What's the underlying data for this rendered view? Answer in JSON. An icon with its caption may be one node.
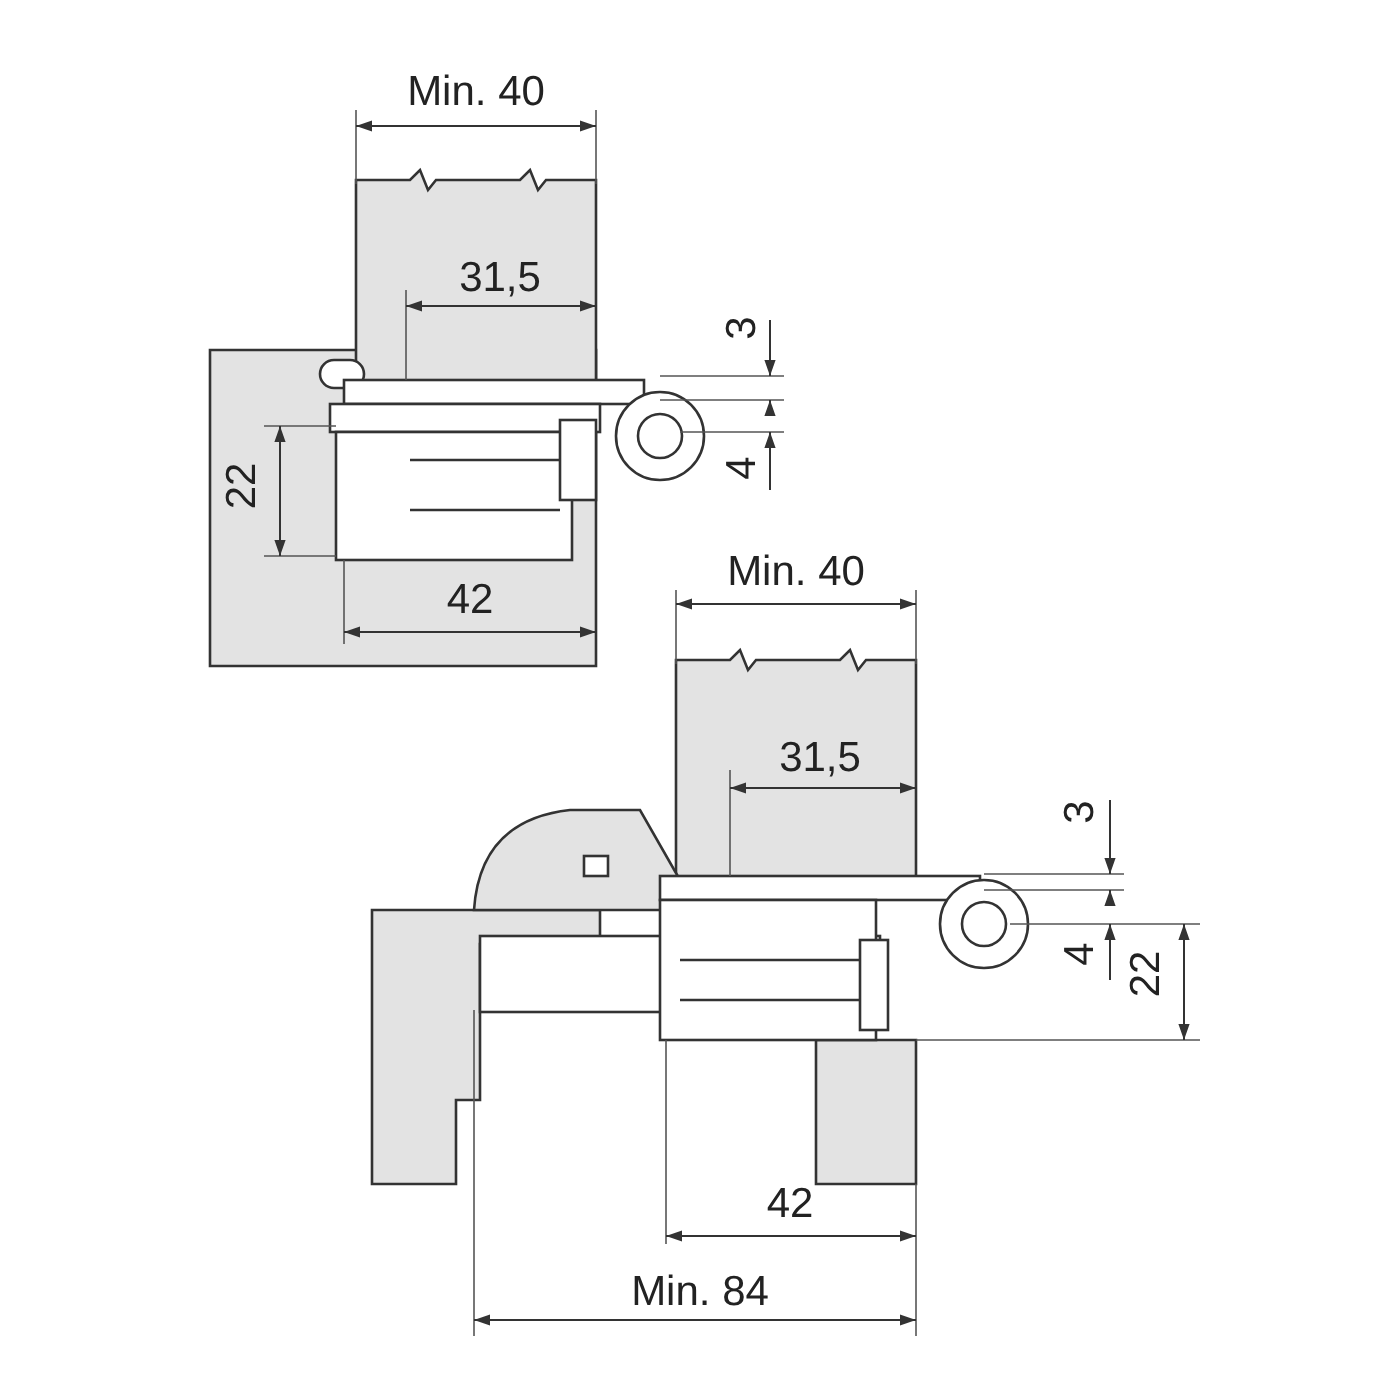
{
  "diagram": {
    "labels": [
      "Min. 40",
      "31,5",
      "3",
      "22",
      "4",
      "42",
      "Min. 40",
      "31,5",
      "3",
      "4",
      "22",
      "42",
      "Min. 84"
    ]
  }
}
